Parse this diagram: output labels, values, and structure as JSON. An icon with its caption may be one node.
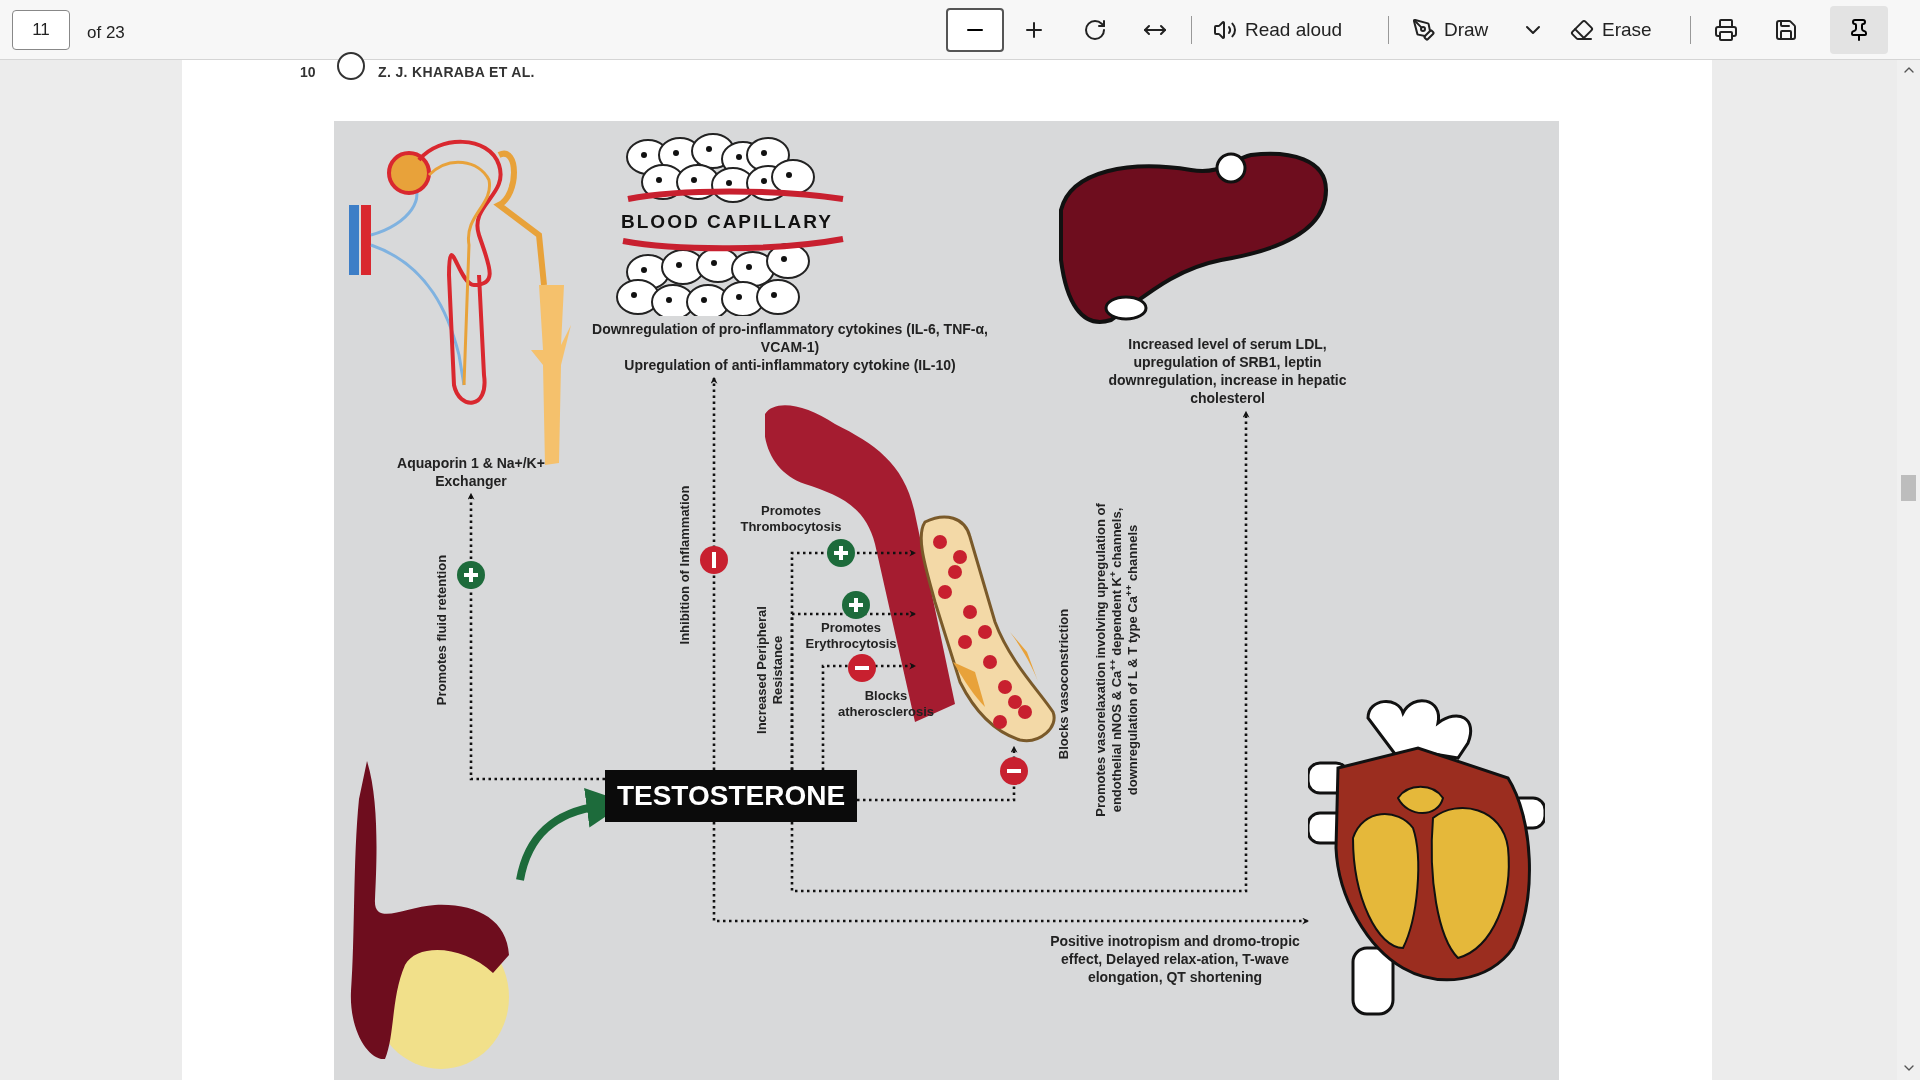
{
  "diagram": {
    "nodes": [
      {
        "text": [
          "TESTOSTERONE"
        ]
      },
      {
        "text": [],
        "shape": "picture"
      },
      {
        "text": [
          "Aquaporin 1 & Na+/K+ Exchanger"
        ]
      },
      {
        "text": [
          "Downregulation of pro-inflammatory cytokines (IL-6, TNF-α, VCAM-1)",
          "Upregulation of anti-inflammatory cytokine (IL-10)"
        ]
      },
      {
        "text": [],
        "shape": "picture"
      },
      {
        "text": [
          "Increased level of serum LDL, upregulation of SRB1, leptin downregulation, increase in hepatic cholesterol"
        ]
      },
      {
        "text": [],
        "shape": "picture",
        "beside": [
          "Positive inotropism and dromo-tropic effect, Delayed relax-ation, T-wave elongation, QT shortening"
        ]
      }
    ],
    "edges": [
      {
        "from": 1,
        "to": 0,
        "arrow": "to",
        "style": "thick",
        "color": "#1d6b3b"
      },
      {
        "from": 0,
        "to": 2,
        "arrow": "to",
        "label": "Promotes fluid retention",
        "style": "dashed"
      },
      {
        "from": 0,
        "to": 3,
        "arrow": "to",
        "label": "Inhibition of Inflammation",
        "style": "dashed"
      },
      {
        "from": 0,
        "to": 4,
        "arrow": "to",
        "label": "Promotes Thrombocytosis",
        "style": "dashed"
      },
      {
        "from": 0,
        "to": 4,
        "arrow": "to",
        "label": "Promotes Erythrocytosis",
        "style": "dashed"
      },
      {
        "from": 0,
        "to": 4,
        "arrow": "to",
        "label": "Blocks atherosclerosis",
        "style": "dashed"
      },
      {
        "from": 0,
        "to": 4,
        "arrow": "to",
        "label": "Blocks vasoconstriction",
        "style": "dashed"
      },
      {
        "from": 0,
        "to": 5,
        "arrow": "to",
        "style": "dashed"
      },
      {
        "from": 0,
        "to": 6,
        "arrow": "to",
        "style": "dashed"
      }
    ],
    "labels": [
      "11",
      "of 23",
      "Read aloud",
      "Draw",
      "Erase",
      "10",
      "Z. J. KHARABA ET AL.",
      "BLOOD CAPILLARY",
      "Increased Peripheral Resistance",
      "Promotes vasorelaxation involving upregulation of endothelial nNOS & Ca$^{++}$ dependent K$^{+}$ channels, downregulation of L & T type Ca$^{++}$ channels"
    ]
  }
}
